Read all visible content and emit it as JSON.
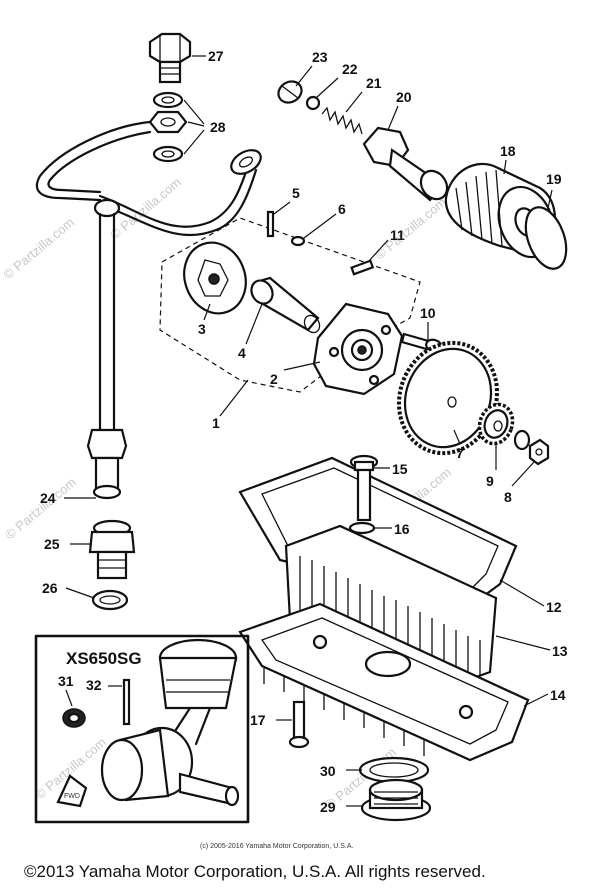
{
  "callouts": {
    "c1": "1",
    "c2": "2",
    "c3": "3",
    "c4": "4",
    "c5": "5",
    "c6": "6",
    "c7": "7",
    "c8": "8",
    "c9": "9",
    "c10": "10",
    "c11": "11",
    "c12": "12",
    "c13": "13",
    "c14": "14",
    "c15": "15",
    "c16": "16",
    "c17": "17",
    "c18": "18",
    "c19": "19",
    "c20": "20",
    "c21": "21",
    "c22": "22",
    "c23": "23",
    "c24": "24",
    "c25": "25",
    "c26": "26",
    "c27": "27",
    "c28": "28",
    "c29": "29",
    "c30": "30",
    "c31": "31",
    "c32": "32"
  },
  "inset": {
    "title": "XS650SG",
    "arrow_label": "FWD"
  },
  "watermark": {
    "text": "© Partzilla.com"
  },
  "footer": {
    "small_copyright": "(c) 2005-2016 Yamaha Motor Corporation, U.S.A.",
    "copyright": "©2013 Yamaha Motor Corporation, U.S.A. All rights reserved."
  }
}
